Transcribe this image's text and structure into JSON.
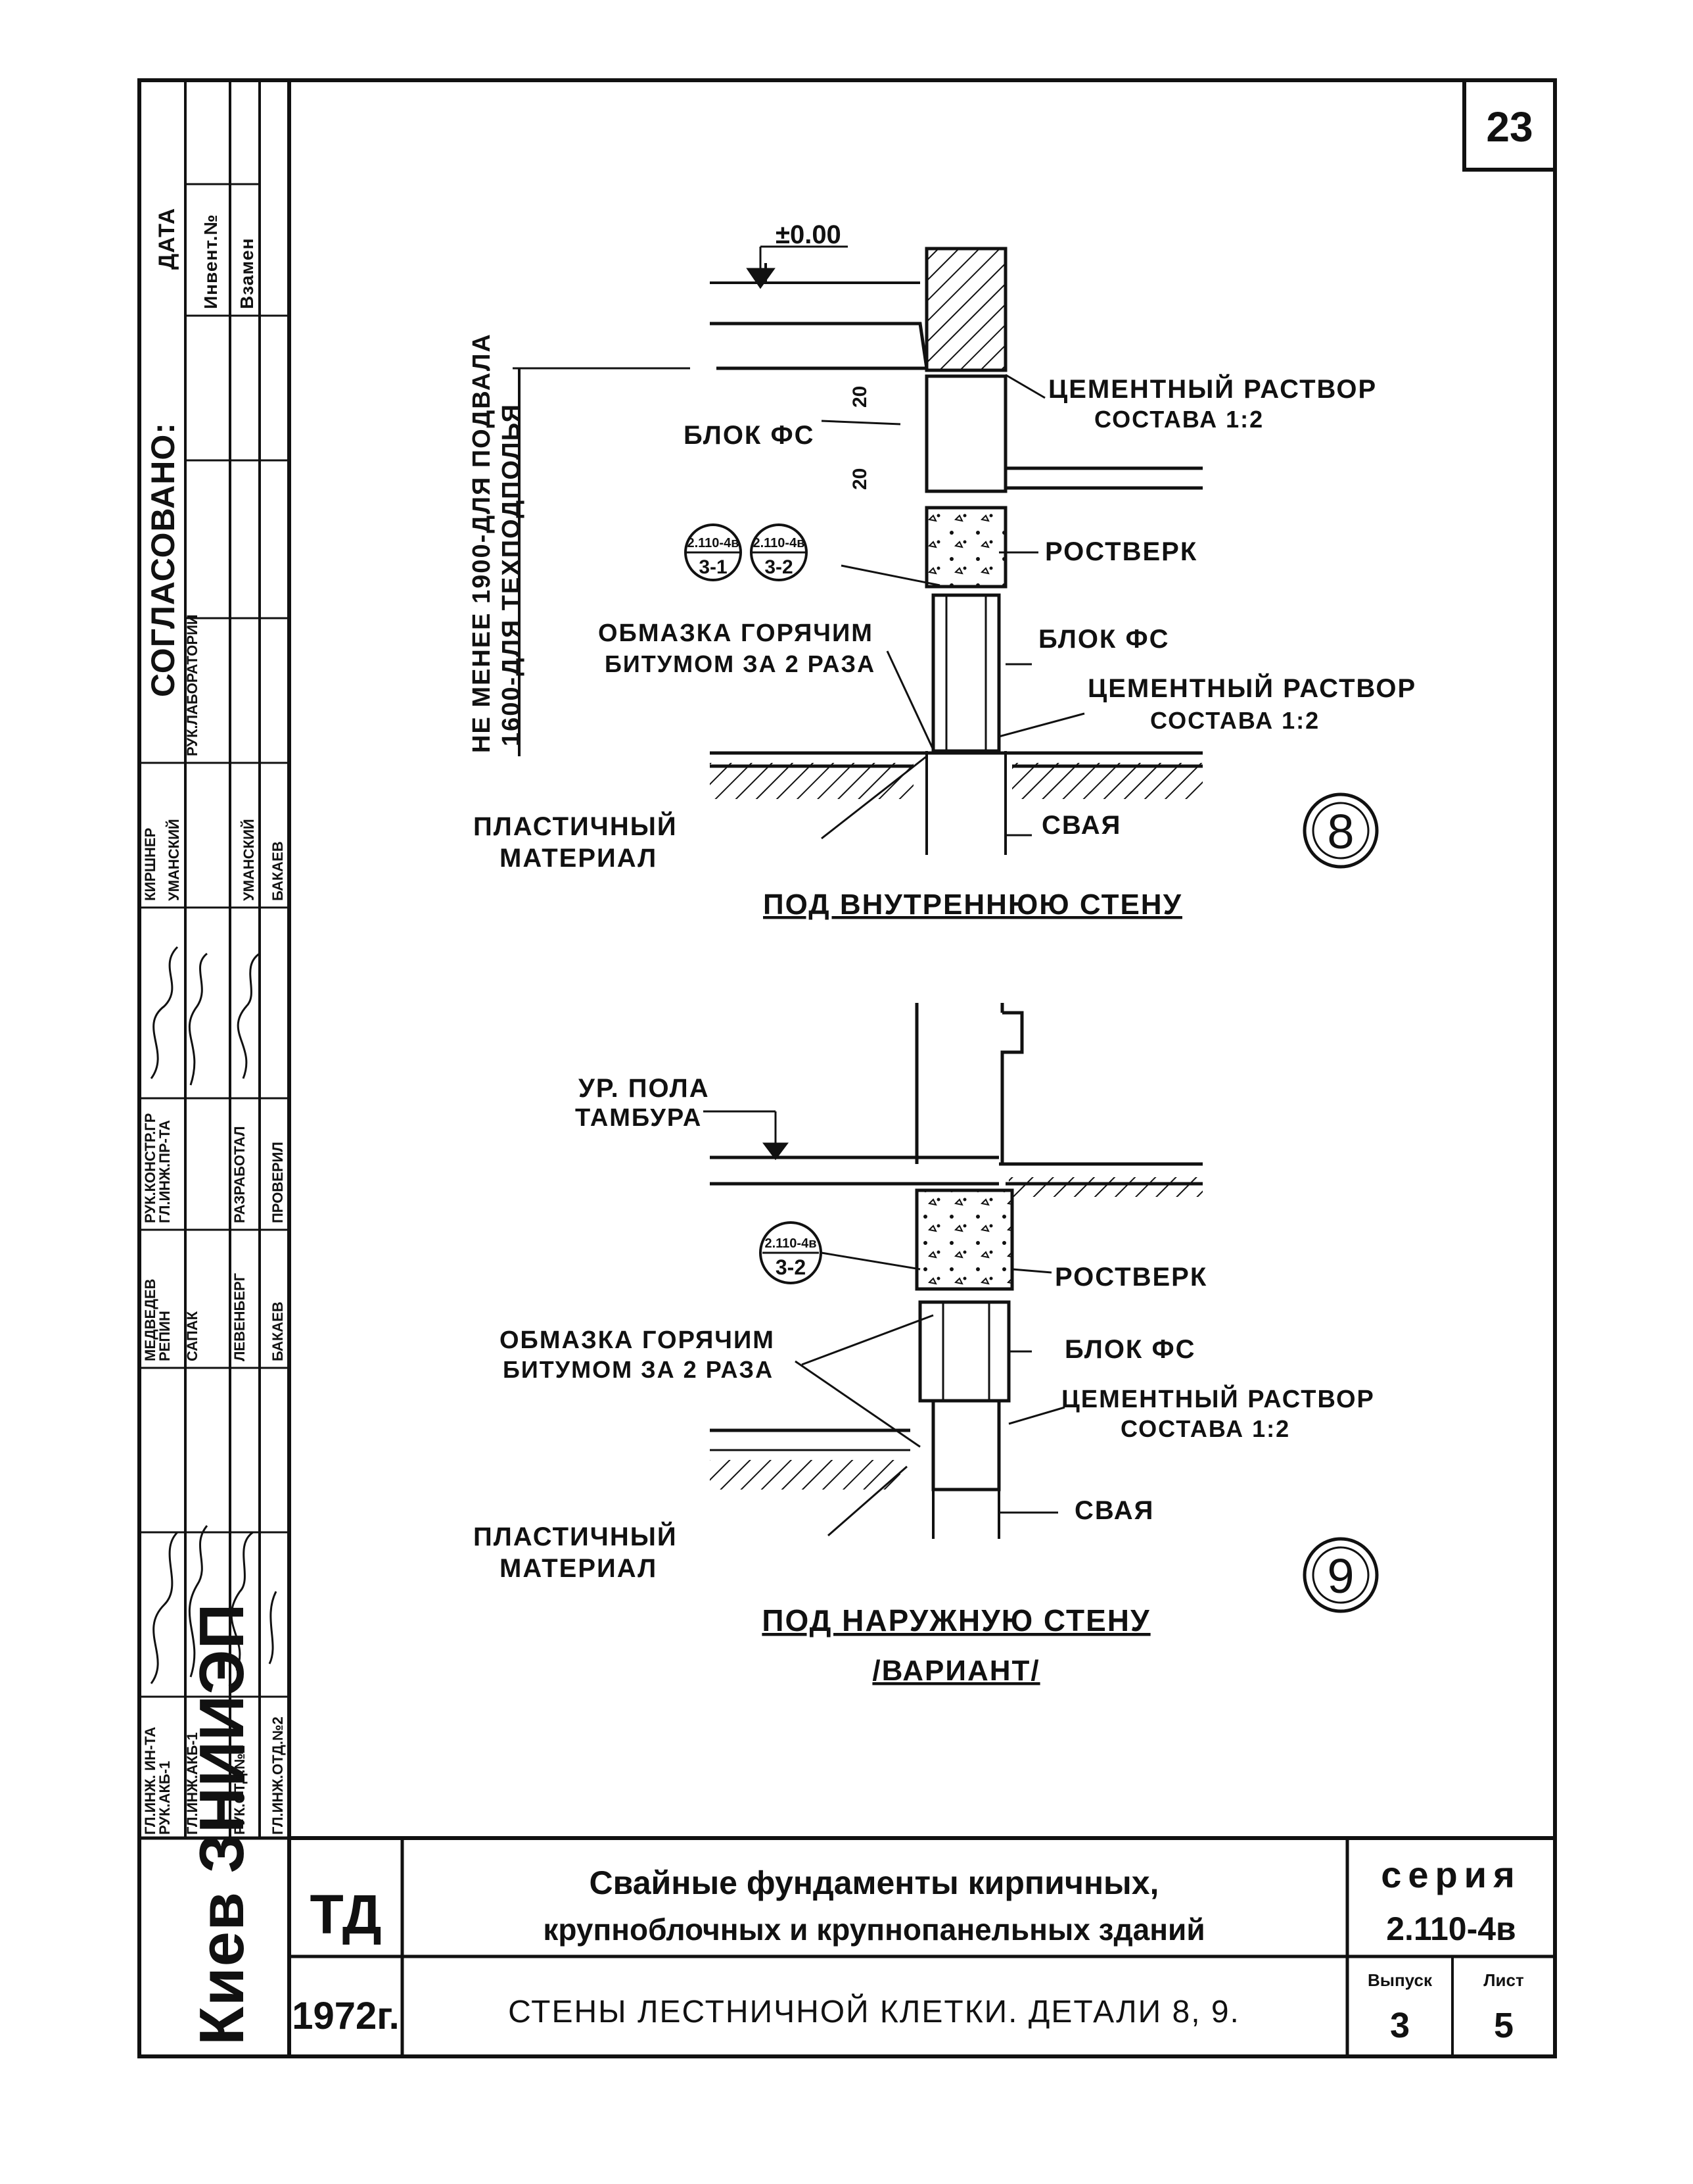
{
  "sheet_number": "23",
  "title_block": {
    "org_code": "ТД",
    "year": "1972г.",
    "title_line1": "Свайные   фундаменты   кирпичных,",
    "title_line2": "крупноблочных   и   крупнопанельных  зданий",
    "subtitle": "СТЕНЫ ЛЕСТНИЧНОЙ КЛЕТКИ. ДЕТАЛИ 8, 9.",
    "series_label": "серия",
    "series_value": "2.110-4в",
    "issue_label": "Выпуск",
    "issue_value": "3",
    "sheet_label": "Лист",
    "sheet_value": "5"
  },
  "side_stamp": {
    "city_org": "Киев ЗНИИЭП",
    "agreed": "СОГЛАСОВАНО:",
    "date": "ДАТА",
    "inventory": "Инвент.№",
    "replaces": "Взамен",
    "rows": [
      {
        "role": "ГЛ.ИНЖ. ИН-ТА",
        "name": "МЕДВЕДЕВ"
      },
      {
        "role": "РУК.АКБ-1",
        "name": "РЕПИН"
      },
      {
        "role": "ГЛ.ИНЖ.АКБ-1",
        "name": "САПАК"
      },
      {
        "role": "РУК.ОТД.№2",
        "name": "ЛЕВЕНБЕРГ"
      },
      {
        "role": "ГЛ.ИНЖ.ОТД.№2",
        "name": "БАКАЕВ"
      },
      {
        "role": "РУК.КОНСТР.ГР",
        "name": "КИРШНЕР"
      },
      {
        "role": "ГЛ.ИНЖ.ПР-ТА",
        "name": "УМАНСКИЙ"
      },
      {
        "role": "РАЗРАБОТАЛ",
        "name": "УМАНСКИЙ"
      },
      {
        "role": "ПРОВЕРИЛ",
        "name": "БАКАЕВ"
      },
      {
        "role": "РУК.ЛАБОРАТОРИИ",
        "name": ""
      }
    ]
  },
  "detail8": {
    "level_mark": "±0.00",
    "min_depth_note1": "НЕ МЕНЕЕ 1900-ДЛЯ ПОДВАЛА",
    "min_depth_note2": "1600-ДЛЯ ТЕХПОДПОЛЬЯ",
    "dim_top": "20",
    "dim_bottom": "20",
    "block_fs_upper": "БЛОК ФС",
    "mortar_upper_1": "ЦЕМЕНТНЫЙ РАСТВОР",
    "mortar_upper_2": "СОСТАВА 1:2",
    "ref_a_top": "2.110-4в",
    "ref_a_bottom": "3-1",
    "ref_b_top": "2.110-4в",
    "ref_b_bottom": "3-2",
    "grillage": "РОСТВЕРК",
    "bitumen_1": "ОБМАЗКА ГОРЯЧИМ",
    "bitumen_2": "БИТУМОМ ЗА 2 РАЗА",
    "block_fs_lower": "БЛОК ФС",
    "mortar_lower_1": "ЦЕМЕНТНЫЙ РАСТВОР",
    "mortar_lower_2": "СОСТАВА 1:2",
    "plastic_1": "ПЛАСТИЧНЫЙ",
    "plastic_2": "МАТЕРИАЛ",
    "pile": "СВАЯ",
    "number": "8",
    "caption": "ПОД ВНУТРЕННЮЮ СТЕНУ"
  },
  "detail9": {
    "floor_1": "УР. ПОЛА",
    "floor_2": "ТАМБУРА",
    "ref_top": "2.110-4в",
    "ref_bottom": "3-2",
    "grillage": "РОСТВЕРК",
    "bitumen_1": "ОБМАЗКА  ГОРЯЧИМ",
    "bitumen_2": "БИТУМОМ  ЗА 2  РАЗА",
    "block_fs": "БЛОК  ФС",
    "mortar_1": "ЦЕМЕНТНЫЙ РАСТВОР",
    "mortar_2": "СОСТАВА 1:2",
    "pile": "СВАЯ",
    "plastic_1": "ПЛАСТИЧНЫЙ",
    "plastic_2": "МАТЕРИАЛ",
    "number": "9",
    "caption": "ПОД  НАРУЖНУЮ СТЕНУ",
    "caption2": "/ВАРИАНТ/"
  }
}
